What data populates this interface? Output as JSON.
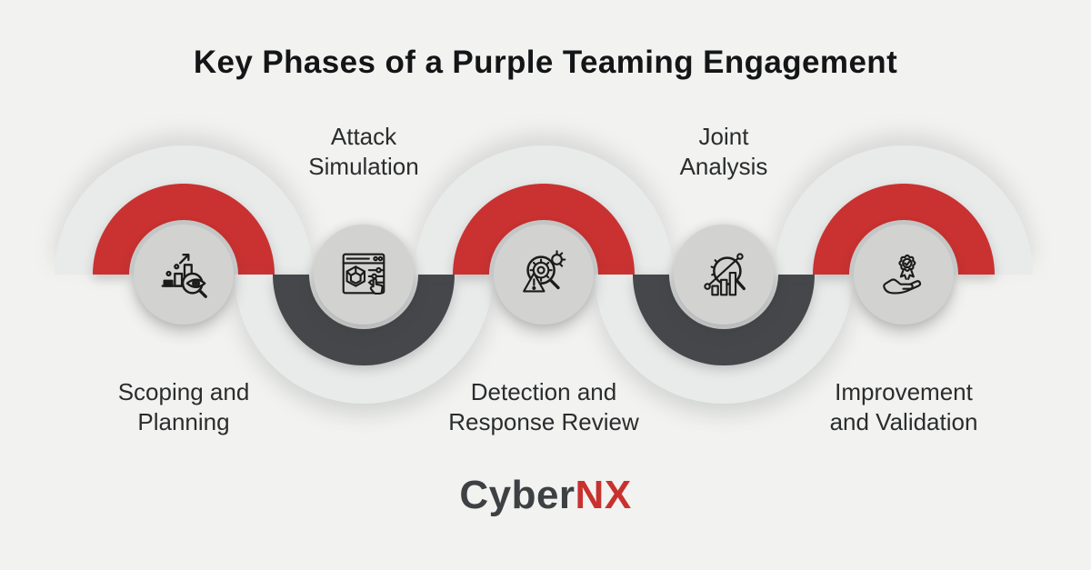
{
  "title": "Key Phases of a Purple Teaming Engagement",
  "phases": [
    {
      "name": "Scoping and Planning",
      "label_lines": [
        "Scoping and",
        "Planning"
      ],
      "label_position": "below",
      "arc_position": "top",
      "arc_color": "#c93231",
      "icon": "analytics-magnifier-eye-icon"
    },
    {
      "name": "Attack Simulation",
      "label_lines": [
        "Attack",
        "Simulation"
      ],
      "label_position": "above",
      "arc_position": "bottom",
      "arc_color": "#45474a",
      "icon": "simulation-window-cursor-icon"
    },
    {
      "name": "Detection and Response Review",
      "label_lines": [
        "Detection and",
        "Response Review"
      ],
      "label_position": "below",
      "arc_position": "top",
      "arc_color": "#c93231",
      "icon": "magnifier-gear-alert-icon"
    },
    {
      "name": "Joint Analysis",
      "label_lines": [
        "Joint",
        "Analysis"
      ],
      "label_position": "above",
      "arc_position": "bottom",
      "arc_color": "#45474a",
      "icon": "chart-trend-magnifier-icon"
    },
    {
      "name": "Improvement and Validation",
      "label_lines": [
        "Improvement",
        "and Validation"
      ],
      "label_position": "below",
      "arc_position": "top",
      "arc_color": "#c93231",
      "icon": "hand-award-check-icon"
    }
  ],
  "logo": {
    "part1": "Cyber",
    "part2": "NX",
    "part1_color": "#3e4144",
    "part2_color": "#c8322e"
  },
  "colors": {
    "background": "#f2f2f0",
    "wave_band": "#e9ebea",
    "icon_circle": "#d2d2d0",
    "red_arc": "#c93231",
    "dark_arc": "#45474a",
    "label_text": "#2a2c2e",
    "title_text": "#141517"
  }
}
